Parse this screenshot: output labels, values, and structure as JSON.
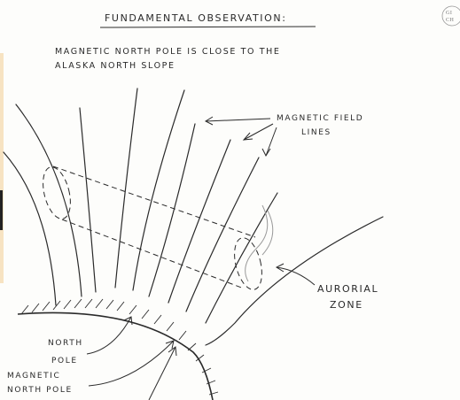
{
  "title": "FUNDAMENTAL OBSERVATION:",
  "statement": {
    "line1": "MAGNETIC NORTH POLE IS CLOSE TO THE",
    "line2": "ALASKA NORTH SLOPE"
  },
  "labels": {
    "field_lines_line1": "MAGNETIC FIELD",
    "field_lines_line2": "LINES",
    "auroral_zone_line1": "AURORIAL",
    "auroral_zone_line2": "ZONE",
    "north_pole_line1": "NORTH",
    "north_pole_line2": "POLE",
    "magnetic_pole_line1": "MAGNETIC",
    "magnetic_pole_line2": "NORTH POLE"
  },
  "corner_stamp": {
    "line1": "GI",
    "line2": "CH"
  },
  "colors": {
    "ink": "#2a2a2a",
    "faint_ink": "#9a9a9a",
    "left_edge_accent": "#f2c98a"
  }
}
